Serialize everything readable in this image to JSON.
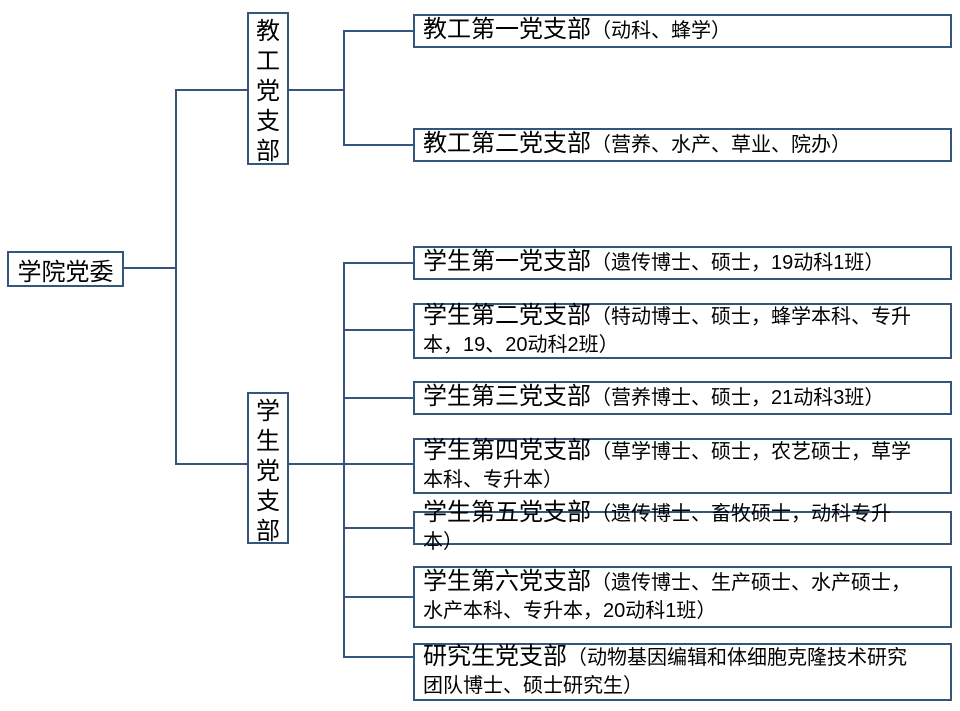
{
  "diagram": {
    "root": {
      "label": "学院党委"
    },
    "branches": [
      {
        "id": "faculty",
        "label": "教工党支部"
      },
      {
        "id": "student",
        "label": "学生党支部"
      }
    ],
    "leaves": [
      {
        "name": "教工第一党支部",
        "detail": "（动科、蜂学）"
      },
      {
        "name": "教工第二党支部",
        "detail": "（营养、水产、草业、院办）"
      },
      {
        "name": "学生第一党支部",
        "detail": "（遗传博士、硕士，19动科1班）"
      },
      {
        "name": "学生第二党支部",
        "detail": "（特动博士、硕士，蜂学本科、专升本，19、20动科2班）"
      },
      {
        "name": "学生第三党支部",
        "detail": "（营养博士、硕士，21动科3班）"
      },
      {
        "name": "学生第四党支部",
        "detail": "（草学博士、硕士，农艺硕士，草学本科、专升本）"
      },
      {
        "name": "学生第五党支部",
        "detail": "（遗传博士、畜牧硕士，动科专升本）"
      },
      {
        "name": "学生第六党支部",
        "detail": "（遗传博士、生产硕士、水产硕士，水产本科、专升本，20动科1班）"
      },
      {
        "name": "研究生党支部",
        "detail": "（动物基因编辑和体细胞克隆技术研究团队博士、硕士研究生）"
      }
    ],
    "colors": {
      "line": "#35567c",
      "text": "#000000",
      "background": "#ffffff"
    }
  }
}
